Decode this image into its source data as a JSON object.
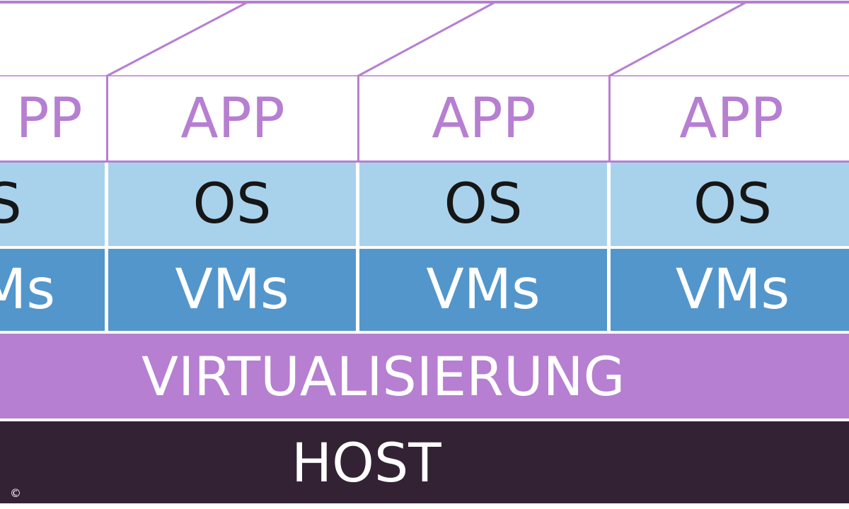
{
  "diagram": {
    "columns": [
      {
        "app": "PP",
        "os": "S",
        "vm": "Ms"
      },
      {
        "app": "APP",
        "os": "OS",
        "vm": "VMs"
      },
      {
        "app": "APP",
        "os": "OS",
        "vm": "VMs"
      },
      {
        "app": "APP",
        "os": "OS",
        "vm": "VMs"
      }
    ],
    "virtualization_label": "VIRTUALISIERUNG",
    "host_label": "HOST",
    "copyright": "©"
  },
  "colors": {
    "purple": "#b67fd1",
    "light_blue": "#a8d2ec",
    "mid_blue": "#5396cc",
    "host_dark": "#332234",
    "os_text": "#161616"
  }
}
